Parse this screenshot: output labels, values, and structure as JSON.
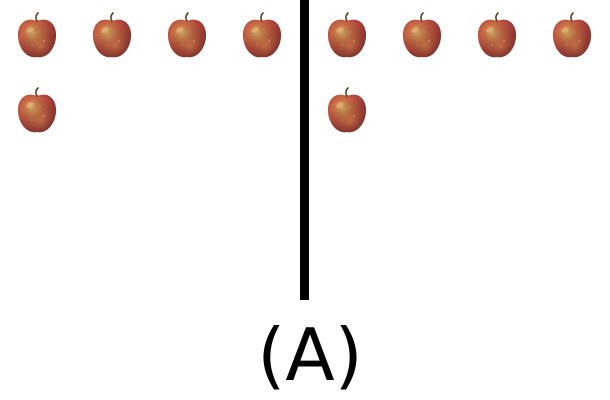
{
  "caption": "(A)",
  "groups": [
    {
      "name": "left-group",
      "apple_count": 5
    },
    {
      "name": "right-group",
      "apple_count": 5
    }
  ],
  "icons": {
    "apple": "apple-icon"
  },
  "colors": {
    "background": "#ffffff",
    "divider": "#000000",
    "apple_red": "#b8473a",
    "apple_yellow": "#d3a04a"
  }
}
